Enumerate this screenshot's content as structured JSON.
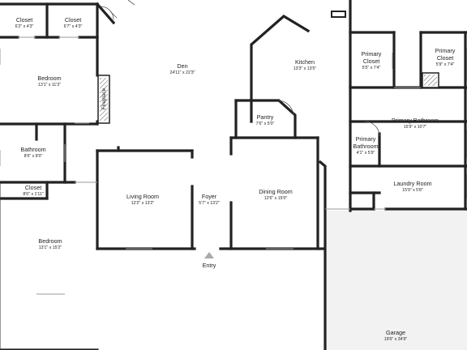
{
  "plan": {
    "colors": {
      "background": "#ffffff",
      "wall": "#222222",
      "garage_floor": "#f2f2f2",
      "hatch": "#555555",
      "entry_marker": "#aaaaaa"
    },
    "rooms": {
      "closet_1": {
        "name": "Closet",
        "dims": "6'2\" x 4'3\""
      },
      "closet_2": {
        "name": "Closet",
        "dims": "6'7\" x 4'3\""
      },
      "bedroom_1": {
        "name": "Bedroom",
        "dims": "13'1\" x 11'3\""
      },
      "den": {
        "name": "Den",
        "dims": "24'11\" x 22'3\""
      },
      "kitchen": {
        "name": "Kitchen",
        "dims": "13'3\" x 13'5\""
      },
      "primary_closet_1": {
        "name": "Primary",
        "name2": "Closet",
        "dims": "5'5\" x 7'4\""
      },
      "primary_closet_2": {
        "name": "Primary",
        "name2": "Closet",
        "dims": "5'9\" x 7'4\""
      },
      "fireplace": {
        "name": "Fireplace"
      },
      "pantry": {
        "name": "Pantry",
        "dims": "7'6\" x 5'0\""
      },
      "primary_bathroom": {
        "name": "Primary Bathroom",
        "dims": "15'9\" x 10'7\""
      },
      "bathroom": {
        "name": "Bathroom",
        "dims": "8'6\" x 8'0\""
      },
      "primary_bathroom_2": {
        "name": "Primary",
        "name2": "Bathroom",
        "dims": "4'1\" x 5'9\""
      },
      "closet_3": {
        "name": "Closet",
        "dims": "8'6\" x 1'11\""
      },
      "laundry_room": {
        "name": "Laundry Room",
        "dims": "15'9\" x 5'8\""
      },
      "living_room": {
        "name": "Living Room",
        "dims": "12'2\" x 13'2\""
      },
      "foyer": {
        "name": "Foyer",
        "dims": "5'7\" x 13'2\""
      },
      "dining_room": {
        "name": "Dining Room",
        "dims": "12'6\" x 15'0\""
      },
      "bedroom_2": {
        "name": "Bedroom",
        "dims": "13'1\" x 15'2\""
      },
      "garage": {
        "name": "Garage",
        "dims": "19'6\" x 34'9\""
      }
    },
    "entry_label": "Entry"
  }
}
